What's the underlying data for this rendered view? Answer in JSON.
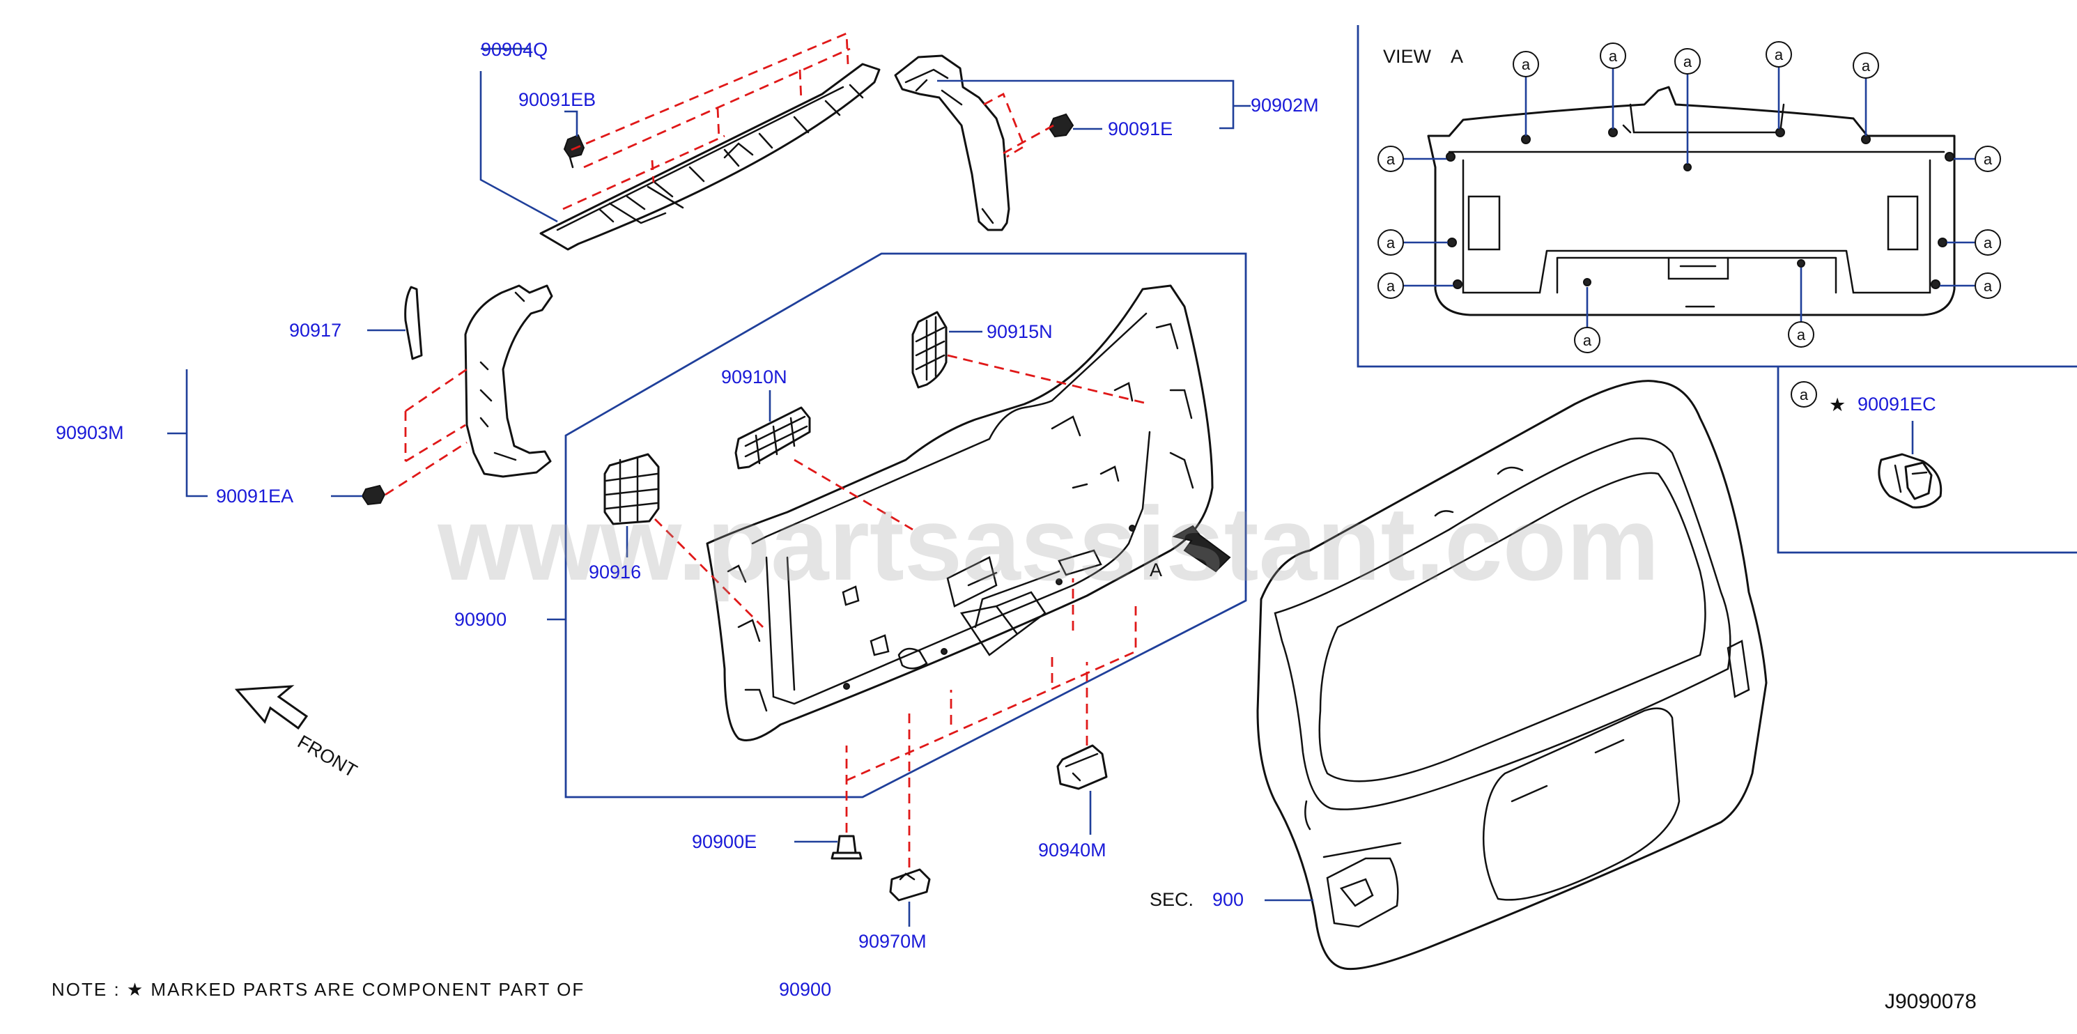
{
  "labels": {
    "p90904Q": "90904Q",
    "p90091EB": "90091EB",
    "p90902M": "90902M",
    "p90091E": "90091E",
    "p90917": "90917",
    "p90903M": "90903M",
    "p90091EA": "90091EA",
    "p90915N": "90915N",
    "p90910N": "90910N",
    "p90916": "90916",
    "p90900": "90900",
    "p90900E": "90900E",
    "p90970M": "90970M",
    "p90940M": "90940M",
    "p90091EC": "90091EC",
    "sec_prefix": "SEC.",
    "sec_num": "900",
    "view": "VIEW",
    "view_letter": "A",
    "arrow_letter": "A",
    "front": "FRONT",
    "star": "★",
    "circle_a": "a",
    "note_text": "NOTE  :  ★ MARKED  PARTS  ARE  COMPONENT  PART  OF",
    "note_part": "90900",
    "diagram_id": "J9090078"
  },
  "watermark": "www.partsassistant.com",
  "colors": {
    "label_blue": "#1a1ad8",
    "leader_blue": "#1f3f9a",
    "dashed_red": "#e01818",
    "line_black": "#111111",
    "watermark_gray": "#9e9e9e"
  }
}
